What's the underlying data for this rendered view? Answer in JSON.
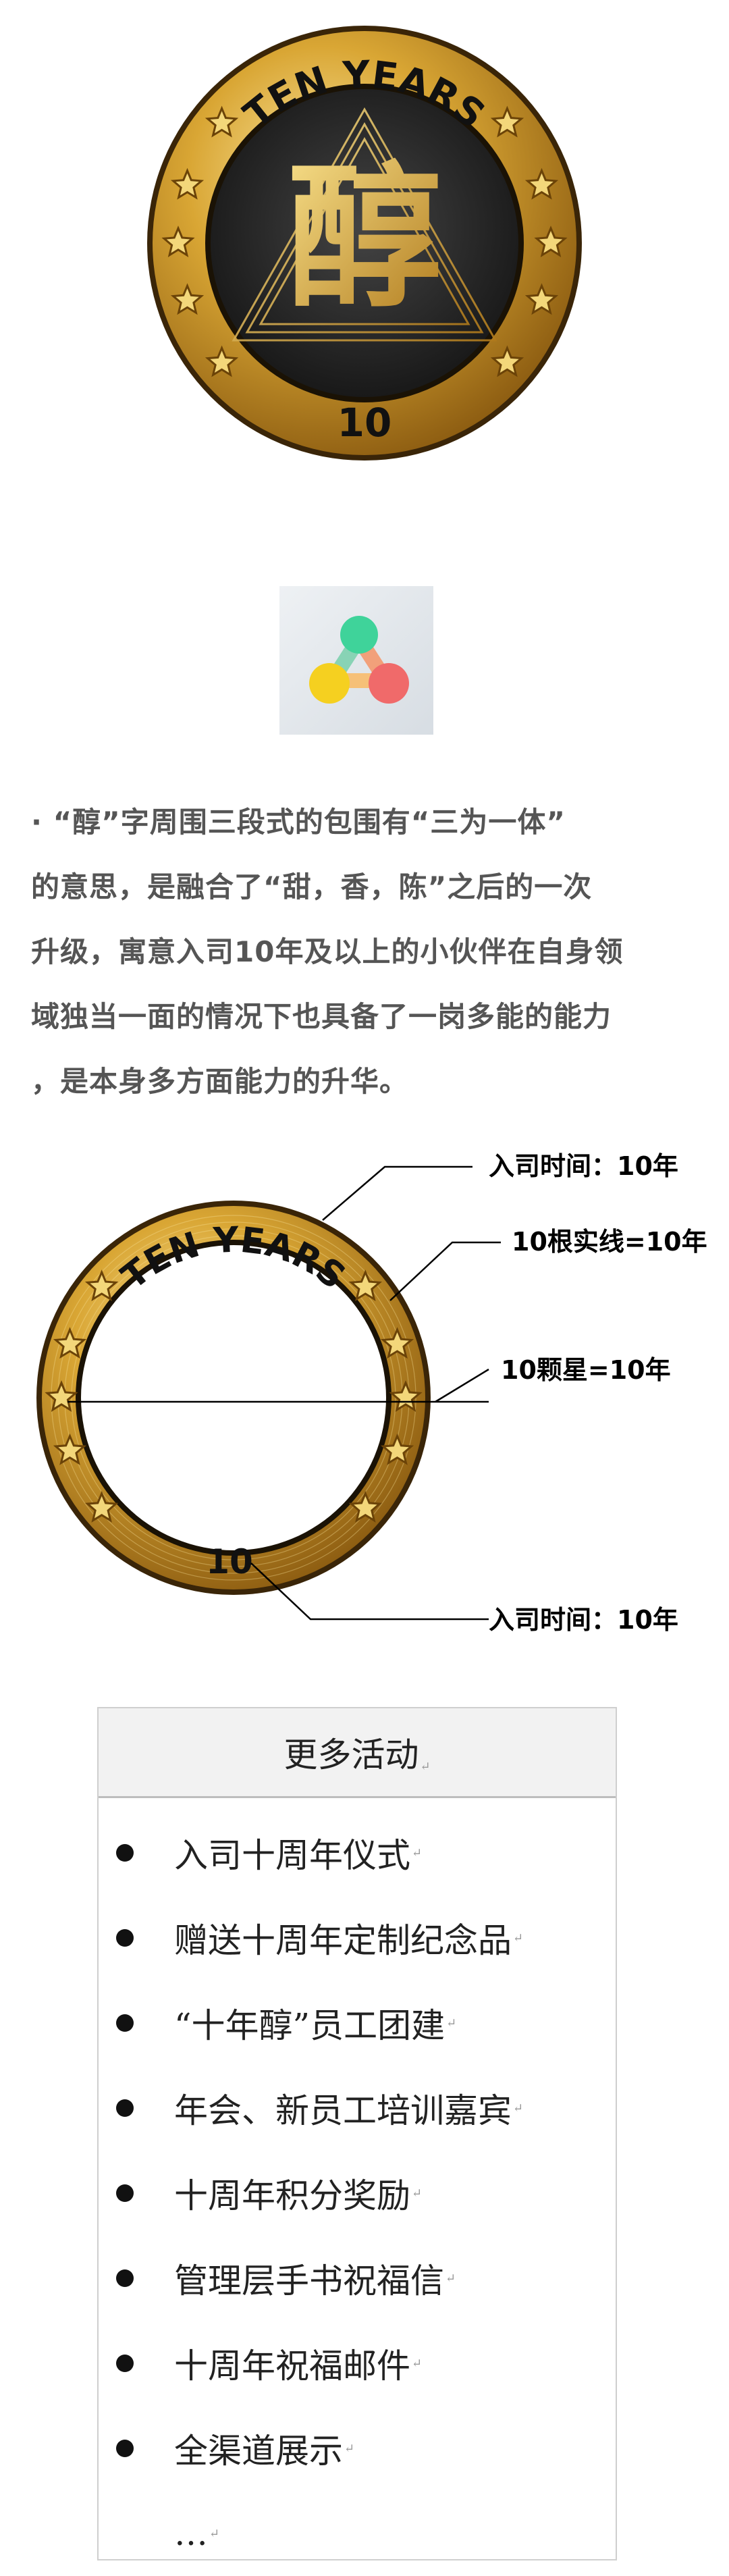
{
  "medal": {
    "top_text": "TEN YEARS",
    "bottom_number": "10",
    "center_character": "醇"
  },
  "logo": {
    "icon": "three-node-molecule-icon",
    "colors": [
      "#3fd39a",
      "#f5d020",
      "#f06a6a"
    ]
  },
  "description": {
    "lines": [
      "·  “醇”字周围三段式的包围有“三为一体”",
      "的意思，是融合了“甜，香，陈”之后的一次",
      "升级，寓意入司10年及以上的小伙伴在自身领",
      "域独当一面的情况下也具备了一岗多能的能力",
      "，是本身多方面能力的升华。"
    ]
  },
  "diagram": {
    "ring_top_text": "TEN YEARS",
    "ring_bottom_number": "10",
    "annotations": {
      "top_right": "入司时间：10年",
      "lines": "10根实线=10年",
      "stars": "10颗星=10年",
      "bottom_right": "入司时间：10年"
    }
  },
  "activities": {
    "title": "更多活动",
    "items": [
      "入司十周年仪式",
      "赠送十周年定制纪念品",
      "“十年醇”员工团建",
      "年会、新员工培训嘉宾",
      "十周年积分奖励",
      "管理层手书祝福信",
      "十周年祝福邮件",
      "全渠道展示",
      "…"
    ]
  },
  "colors": {
    "gold_light": "#f7dd7a",
    "gold_mid": "#d4a12a",
    "gold_dark": "#8a5a10",
    "medal_center": "#2a2a2a",
    "text_gray": "#555555"
  }
}
